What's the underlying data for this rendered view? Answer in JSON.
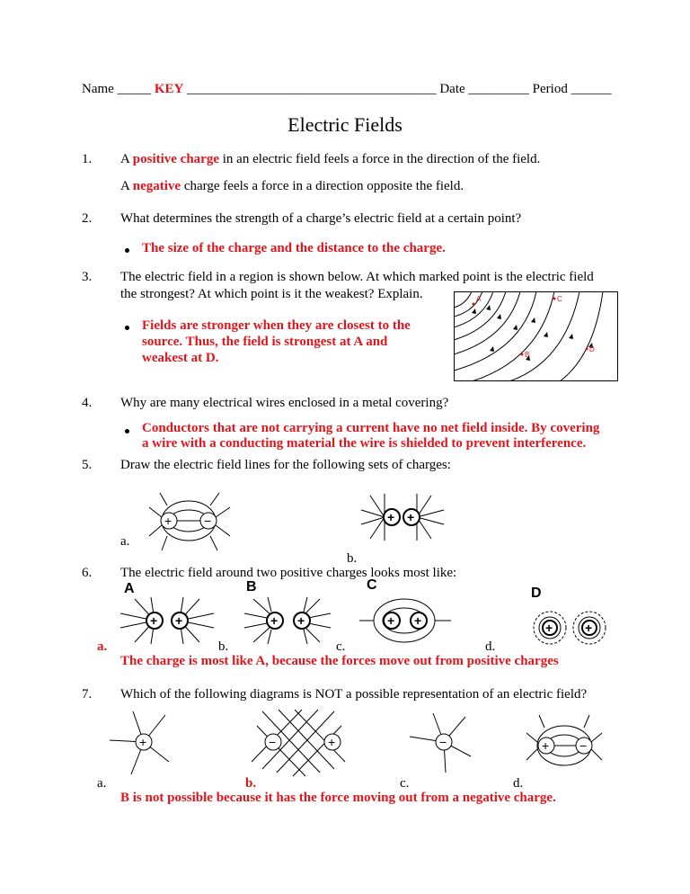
{
  "header": {
    "name_label": "Name _____",
    "key": "KEY",
    "name_line": "_____________________________________",
    "date": "Date _________",
    "period": "Period ______"
  },
  "title": "Electric Fields",
  "q1": {
    "num": "1.",
    "line1_a": "A ",
    "line1_red": "positive charge",
    "line1_b": " in an electric field feels a force in the direction of the field.",
    "line2_a": "A ",
    "line2_red": "negative",
    "line2_b": " charge feels a force in a direction opposite the field."
  },
  "q2": {
    "num": "2.",
    "question": "What determines the strength of a charge’s electric field at a certain point?",
    "answer": "The size of the charge and the distance to the charge."
  },
  "q3": {
    "num": "3.",
    "question_l1": "The electric field in a region is shown below. At which marked point is the electric field",
    "question_l2": "the strongest? At which point is it the weakest? Explain.",
    "answer_l1": "Fields are stronger when they are closest to the",
    "answer_l2": "source. Thus, the field is strongest at A and",
    "answer_l3": "weakest at D.",
    "points": [
      "A",
      "C",
      "B",
      "D"
    ]
  },
  "q4": {
    "num": "4.",
    "question": "Why are many electrical wires enclosed in a metal covering?",
    "answer_l1": "Conductors that are not carrying a current have no net field inside. By covering",
    "answer_l2": "a wire with a conducting material the wire is shielded to prevent interference."
  },
  "q5": {
    "num": "5.",
    "question": "Draw the electric field lines for the following sets of charges:",
    "label_a": "a.",
    "label_b": "b."
  },
  "q6": {
    "num": "6.",
    "question": "The electric field around two positive charges looks most like:",
    "cap_A": "A",
    "cap_B": "B",
    "cap_C": "C",
    "cap_D": "D",
    "opt_a": "a.",
    "opt_b": "b.",
    "opt_c": "c.",
    "opt_d": "d.",
    "answer": "The charge is most like A, because the forces move out from positive charges"
  },
  "q7": {
    "num": "7.",
    "question": "Which of the following diagrams is NOT a possible representation of an electric field?",
    "opt_a": "a.",
    "opt_b": "b.",
    "opt_c": "c.",
    "opt_d": "d.",
    "answer": "B is not possible because it has the force moving out from a negative charge."
  },
  "symbols": {
    "plus": "+",
    "minus": "−"
  },
  "colors": {
    "answer_red": "#e0151b"
  }
}
